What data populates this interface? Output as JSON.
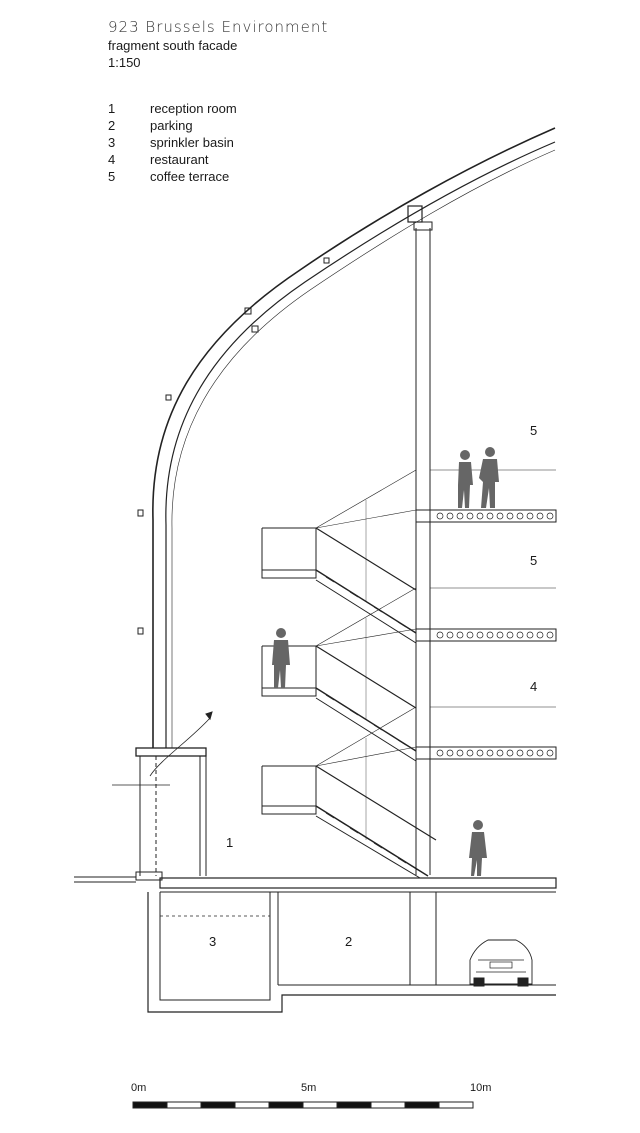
{
  "header": {
    "title": "923 Brussels Environment",
    "subtitle": "fragment south facade",
    "scale": "1:150"
  },
  "legend": [
    {
      "num": "1",
      "label": "reception room"
    },
    {
      "num": "2",
      "label": "parking"
    },
    {
      "num": "3",
      "label": "sprinkler basin"
    },
    {
      "num": "4",
      "label": "restaurant"
    },
    {
      "num": "5",
      "label": "coffee terrace"
    }
  ],
  "room_labels": {
    "level3_terrace": "5",
    "level2_terrace": "5",
    "level1_restaurant": "4",
    "ground_reception": "1",
    "basement_sprinkler": "3",
    "basement_parking": "2"
  },
  "scale_bar": {
    "labels": [
      "0m",
      "5m",
      "10m"
    ]
  }
}
